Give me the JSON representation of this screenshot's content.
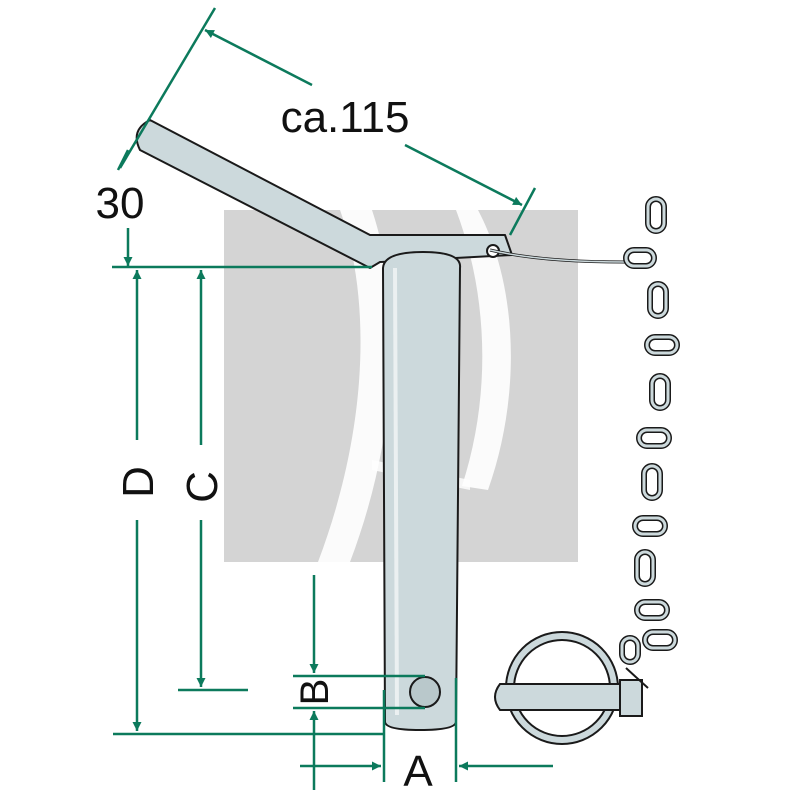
{
  "diagram": {
    "labels": {
      "length": "ca.115",
      "offset": "30",
      "dim_a": "A",
      "dim_b": "B",
      "dim_c": "C",
      "dim_d": "D"
    },
    "colors": {
      "dimension": "#0c7a5c",
      "metal": "#ccd9dc",
      "outline": "#1a1a1a",
      "watermark": "#d4d4d4",
      "text": "#111111"
    }
  }
}
